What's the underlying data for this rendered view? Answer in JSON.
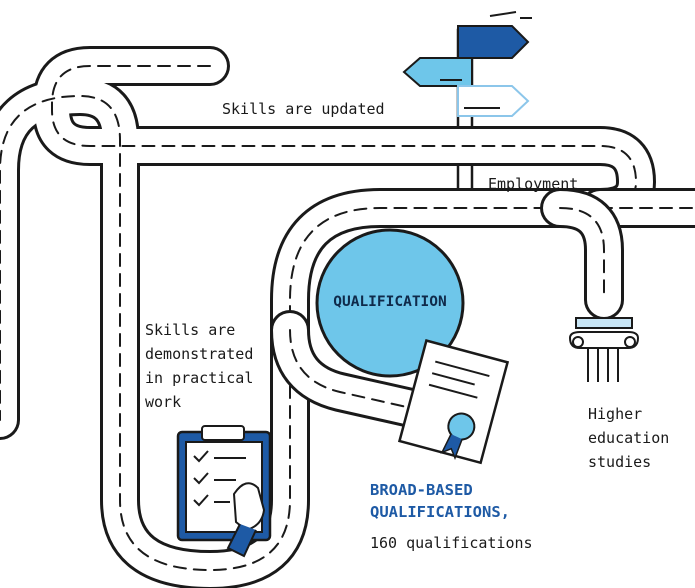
{
  "colors": {
    "road_stroke": "#1a1a1a",
    "road_fill": "#ffffff",
    "circle_fill": "#6ec6ea",
    "sign_dark": "#1e5aa5",
    "sign_light": "#6ec6ea",
    "sign_pale": "#c9e6f6",
    "accent_text": "#1e5aa5"
  },
  "labels": {
    "skills_updated": "Skills are updated",
    "employment": "Employment",
    "demonstrated_lines": [
      "Skills are",
      "demonstrated",
      "in practical",
      "work"
    ],
    "higher_lines": [
      "Higher",
      "education",
      "studies"
    ],
    "broad_lines": [
      "BROAD-BASED",
      "QUALIFICATIONS,"
    ],
    "count": "160 qualifications",
    "qualification": "QUALIFICATION"
  },
  "icons": {
    "signpost": "signpost-icon",
    "clipboard": "clipboard-checklist-icon",
    "certificate": "certificate-icon",
    "column": "greek-column-icon"
  }
}
